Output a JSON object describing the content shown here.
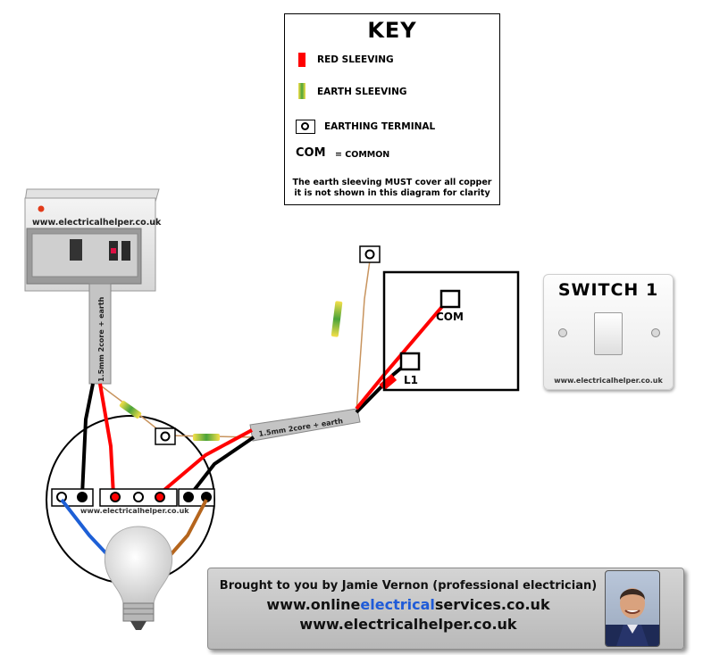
{
  "key": {
    "title": "KEY",
    "red_sleeving": "RED SLEEVING",
    "earth_sleeving": "EARTH SLEEVING",
    "earthing_terminal": "EARTHING TERMINAL",
    "com_abbrev": "COM",
    "com_meaning": "= COMMON",
    "note_line1": "The earth sleeving MUST cover all copper",
    "note_line2": "it is not shown in this diagram for clarity"
  },
  "consumer_unit": {
    "url": "www.electricalhelper.co.uk"
  },
  "cable_vertical": {
    "label": "1.5mm 2core + earth"
  },
  "cable_diagonal": {
    "label": "1.5mm 2core + earth"
  },
  "ceiling_rose": {
    "url": "www.electricalhelper.co.uk"
  },
  "switch_terminals": {
    "com": "COM",
    "l1": "L1"
  },
  "switch_plate": {
    "title": "SWITCH 1",
    "url": "www.electricalhelper.co.uk"
  },
  "banner": {
    "line1": "Brought to you by Jamie Vernon (professional electrician)",
    "line2_pre": "www.online",
    "line2_accent": "electrical",
    "line2_post": "services.co.uk",
    "line3": "www.electricalhelper.co.uk"
  },
  "colors": {
    "live_red": "#ff0000",
    "neutral_black": "#000000",
    "earth_brown": "#c8945e",
    "blue_flex": "#1d5fd6",
    "brown_flex": "#b5651d",
    "cable_grey": "#c4c4c4",
    "accent_blue": "#1f5bd8"
  }
}
